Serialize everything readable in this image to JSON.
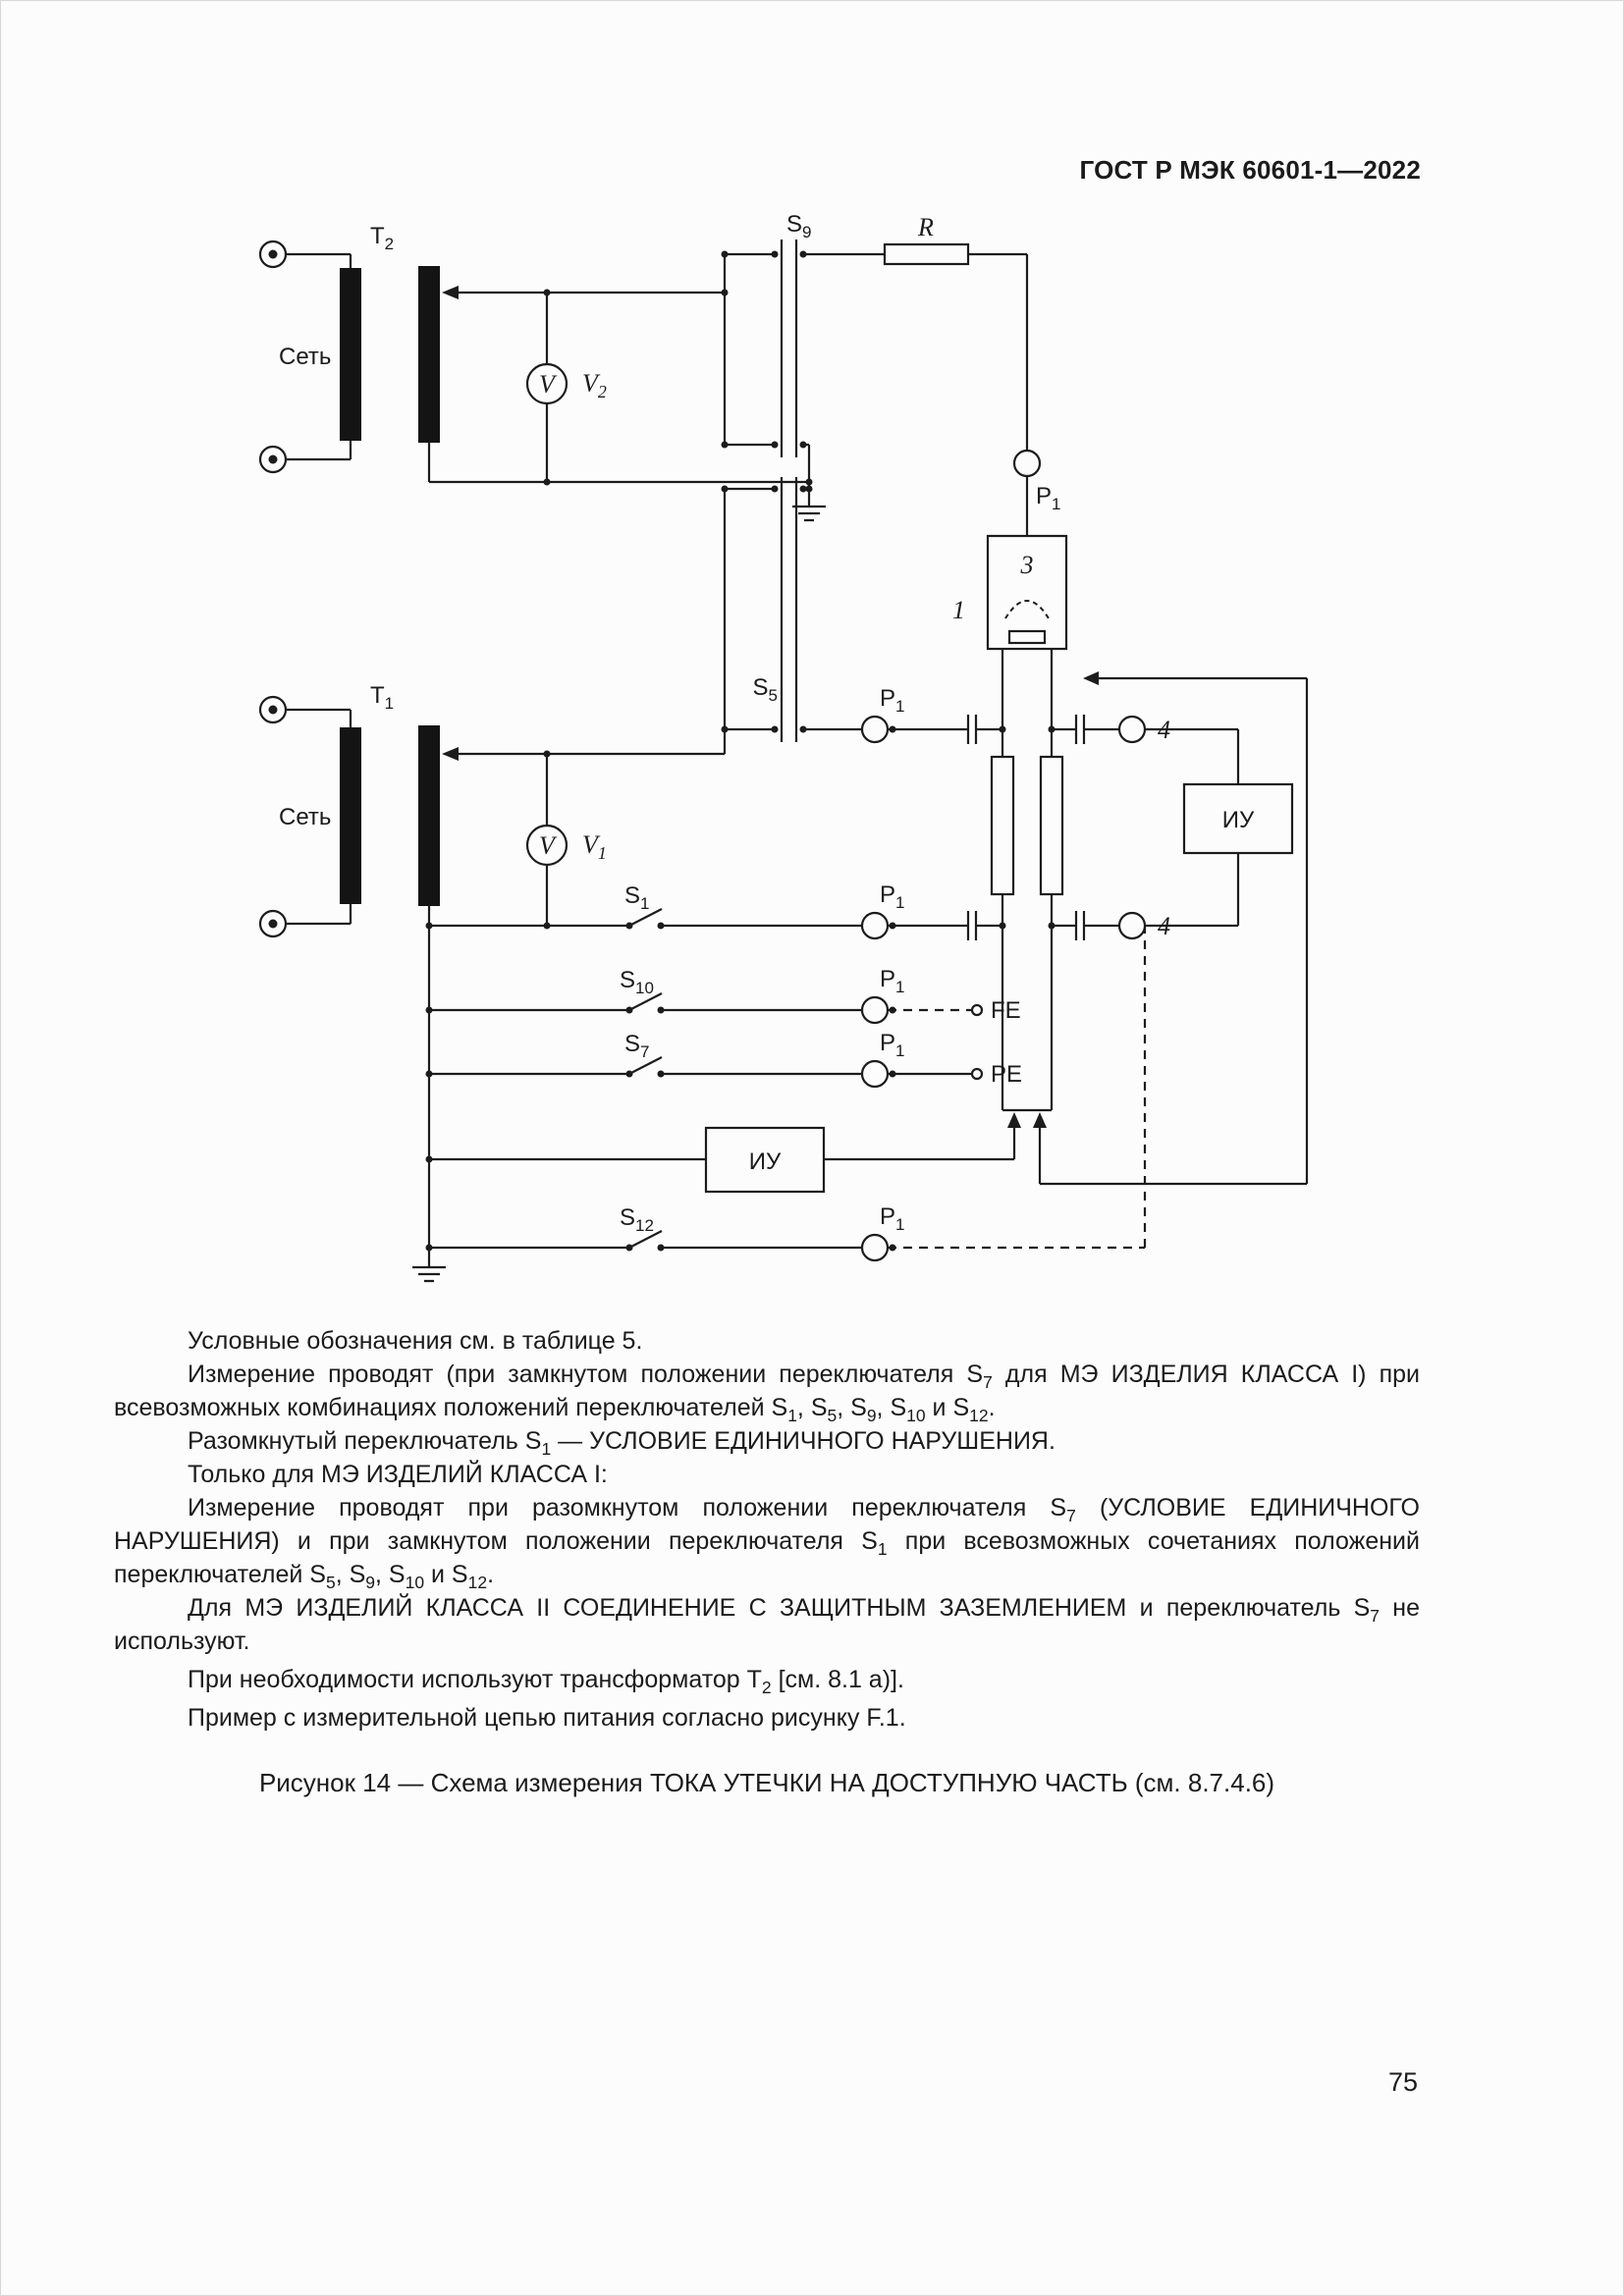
{
  "page": {
    "header": "ГОСТ Р МЭК 60601-1—2022",
    "number": "75"
  },
  "diagram": {
    "net_top": "Сеть",
    "net_bottom": "Сеть",
    "t2": {
      "base": "T",
      "sub": "2"
    },
    "t1": {
      "base": "T",
      "sub": "1"
    },
    "v_meter": "V",
    "v2": {
      "base": "V",
      "sub": "2"
    },
    "v1": {
      "base": "V",
      "sub": "1"
    },
    "s9": {
      "base": "S",
      "sub": "9"
    },
    "s5": {
      "base": "S",
      "sub": "5"
    },
    "s1": {
      "base": "S",
      "sub": "1"
    },
    "s10": {
      "base": "S",
      "sub": "10"
    },
    "s7": {
      "base": "S",
      "sub": "7"
    },
    "s12": {
      "base": "S",
      "sub": "12"
    },
    "p1": {
      "base": "P",
      "sub": "1"
    },
    "r": "R",
    "num1": "1",
    "num3": "3",
    "num4": "4",
    "iu": "ИУ",
    "fe": "FE",
    "pe": "PE"
  },
  "notes": [
    {
      "runs": [
        {
          "t": "Условные обозначения см. в таблице 5."
        }
      ]
    },
    {
      "runs": [
        {
          "t": "Измерение проводят (при замкнутом положении переключателя S"
        },
        {
          "t": "7",
          "sub": true
        },
        {
          "t": " для МЭ ИЗДЕЛИЯ КЛАССА I) при всевозможных комбинациях положений переключателей S"
        },
        {
          "t": "1",
          "sub": true
        },
        {
          "t": ", S"
        },
        {
          "t": "5",
          "sub": true
        },
        {
          "t": ", S"
        },
        {
          "t": "9",
          "sub": true
        },
        {
          "t": ", S"
        },
        {
          "t": "10",
          "sub": true
        },
        {
          "t": " и S"
        },
        {
          "t": "12",
          "sub": true
        },
        {
          "t": "."
        }
      ]
    },
    {
      "runs": [
        {
          "t": "Разомкнутый переключатель S"
        },
        {
          "t": "1",
          "sub": true
        },
        {
          "t": " — УСЛОВИЕ ЕДИНИЧНОГО НАРУШЕНИЯ."
        }
      ]
    },
    {
      "runs": [
        {
          "t": "Только для МЭ ИЗДЕЛИЙ КЛАССА I:"
        }
      ]
    },
    {
      "runs": [
        {
          "t": "Измерение проводят при разомкнутом положении переключателя S"
        },
        {
          "t": "7",
          "sub": true
        },
        {
          "t": " (УСЛОВИЕ ЕДИНИЧНОГО НАРУШЕНИЯ) и при замкнутом положении переключателя S"
        },
        {
          "t": "1",
          "sub": true
        },
        {
          "t": " при всевозможных сочетаниях положений переключателей S"
        },
        {
          "t": "5",
          "sub": true
        },
        {
          "t": ", S"
        },
        {
          "t": "9",
          "sub": true
        },
        {
          "t": ", S"
        },
        {
          "t": "10",
          "sub": true
        },
        {
          "t": " и S"
        },
        {
          "t": "12",
          "sub": true
        },
        {
          "t": "."
        }
      ]
    },
    {
      "runs": [
        {
          "t": "Для МЭ ИЗДЕЛИЙ КЛАССА II СОЕДИНЕНИЕ С ЗАЩИТНЫМ ЗАЗЕМЛЕНИЕМ и переключатель S"
        },
        {
          "t": "7",
          "sub": true
        },
        {
          "t": " не используют."
        }
      ]
    },
    {
      "runs": [
        {
          "t": "При необходимости используют трансформатор T"
        },
        {
          "t": "2",
          "sub": true
        },
        {
          "t": " [см. 8.1 а)]."
        }
      ]
    },
    {
      "runs": [
        {
          "t": "Пример с измерительной цепью питания согласно рисунку F.1."
        }
      ]
    }
  ],
  "caption": "Рисунок 14 — Схема измерения ТОКА УТЕЧКИ НА ДОСТУПНУЮ ЧАСТЬ (см. 8.7.4.6)"
}
